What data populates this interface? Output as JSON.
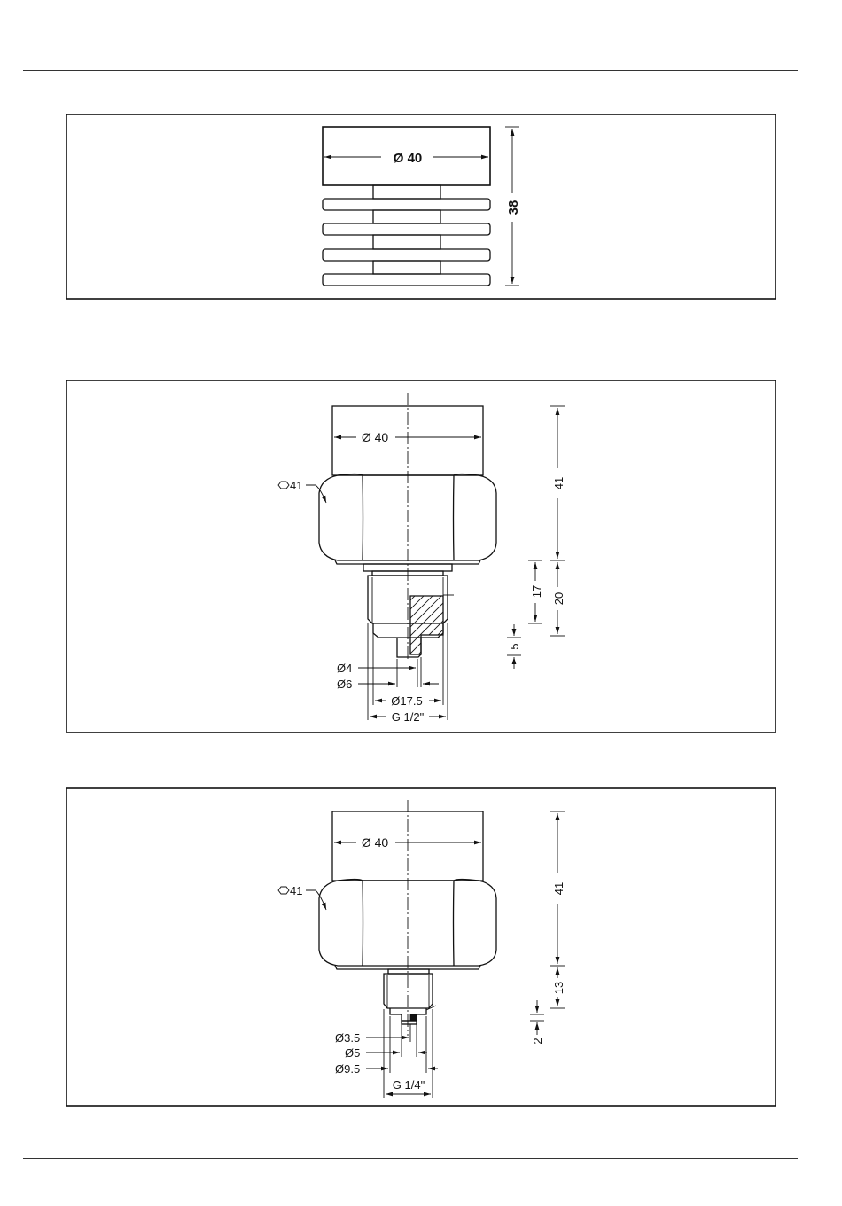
{
  "panel1": {
    "dim_diameter": "Ø 40",
    "dim_height": "38"
  },
  "panel2": {
    "dim_diameter": "Ø 40",
    "hex_label": "41",
    "dim_upper_height": "41",
    "dim_lower_17": "17",
    "dim_lower_20": "20",
    "dim_tip_5": "5",
    "dia_4": "Ø4",
    "dia_6": "Ø6",
    "dia_17_5": "Ø17.5",
    "thread": "G 1/2\""
  },
  "panel3": {
    "dim_diameter": "Ø 40",
    "hex_label": "41",
    "dim_upper_height": "41",
    "dim_lower_13": "13",
    "dim_tip_2": "2",
    "dia_3_5": "Ø3.5",
    "dia_5": "Ø5",
    "dia_9_5": "Ø9.5",
    "thread": "G 1/4\""
  }
}
